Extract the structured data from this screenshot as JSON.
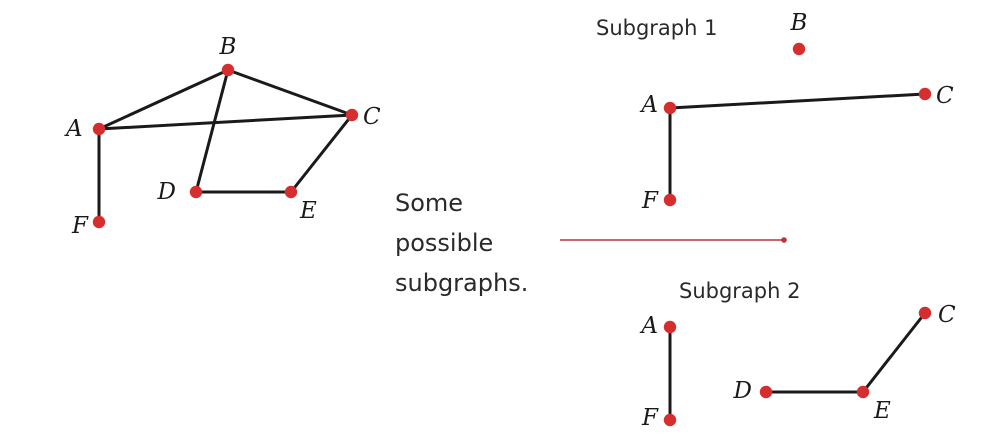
{
  "note_lines": [
    "Some",
    "possible",
    "subgraphs."
  ],
  "colors": {
    "vertex": "#d62e2e",
    "edge": "#1a1a1a",
    "pointer": "#b8343a"
  },
  "graphs": [
    {
      "id": "main",
      "caption": "",
      "vertices": [
        "A",
        "B",
        "C",
        "D",
        "E",
        "F"
      ],
      "edges": [
        [
          "A",
          "B"
        ],
        [
          "B",
          "C"
        ],
        [
          "A",
          "C"
        ],
        [
          "B",
          "D"
        ],
        [
          "D",
          "E"
        ],
        [
          "E",
          "C"
        ],
        [
          "A",
          "F"
        ]
      ]
    },
    {
      "id": "sub1",
      "caption": "Subgraph 1",
      "vertices": [
        "A",
        "B",
        "C",
        "F"
      ],
      "edges": [
        [
          "A",
          "C"
        ],
        [
          "A",
          "F"
        ]
      ]
    },
    {
      "id": "sub2",
      "caption": "Subgraph 2",
      "vertices": [
        "A",
        "C",
        "D",
        "E",
        "F"
      ],
      "edges": [
        [
          "A",
          "F"
        ],
        [
          "D",
          "E"
        ],
        [
          "E",
          "C"
        ]
      ]
    }
  ]
}
